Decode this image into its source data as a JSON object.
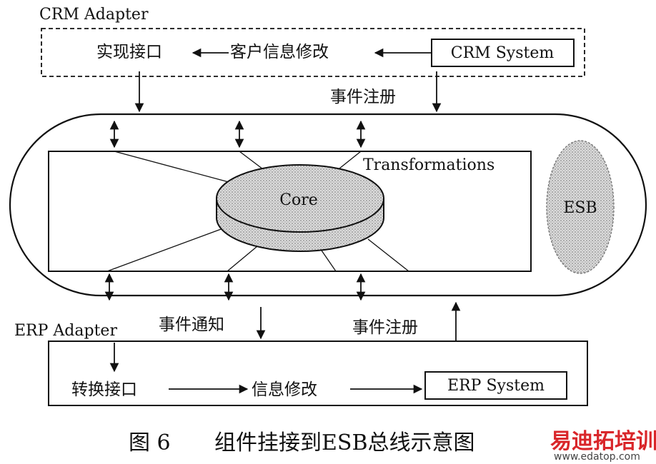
{
  "crm_adapter": {
    "title": "CRM Adapter",
    "interface_label": "实现接口",
    "flow_label": "客户信息修改",
    "system_label": "CRM System",
    "register_label": "事件注册"
  },
  "esb": {
    "transformations_label": "Transformations",
    "core_label": "Core",
    "esb_label": "ESB"
  },
  "erp_adapter": {
    "title": "ERP Adapter",
    "notify_label": "事件通知",
    "register_label": "事件注册",
    "interface_label": "转换接口",
    "flow_label": "信息修改",
    "system_label": "ERP System"
  },
  "caption": {
    "figure_label": "图 6",
    "text": "组件挂接到ESB总线示意图"
  },
  "watermark": {
    "brand": "易迪拓培训",
    "url": "www.edatop.com"
  },
  "colors": {
    "ink": "#111111",
    "core_fill": "#c9c9c9",
    "esb_fill": "#d0d0d0",
    "watermark_red": "#d9262a"
  }
}
